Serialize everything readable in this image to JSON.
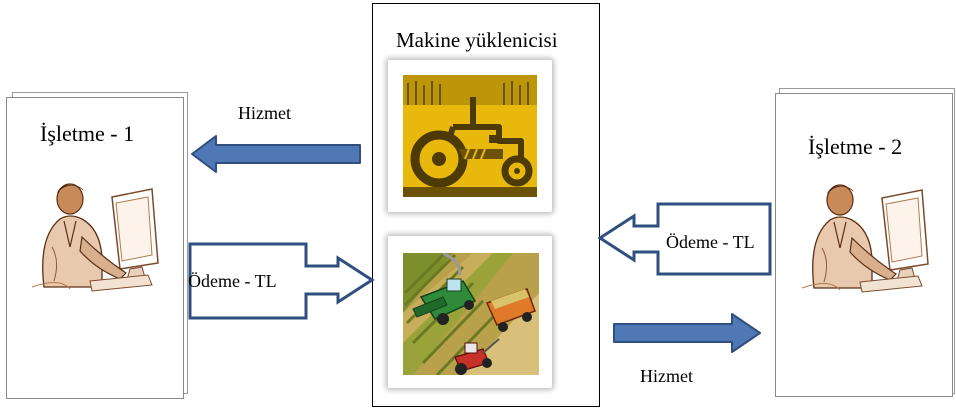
{
  "center": {
    "title": "Makine yüklenicisi"
  },
  "left_business": {
    "title": "İşletme - 1"
  },
  "right_business": {
    "title": "İşletme - 2"
  },
  "arrows": {
    "service_left": "Hizmet",
    "payment_left": "Ödeme - TL",
    "payment_right": "Ödeme - TL",
    "service_right": "Hizmet"
  },
  "colors": {
    "service_arrow_fill": "#4f78b5",
    "service_arrow_stroke": "#2e4f80",
    "payment_arrow_stroke": "#2e4f80",
    "tractor_bg": "#e8b90c",
    "tractor_fg": "#6b5206"
  },
  "icons": {
    "business_person": "person-at-computer-icon",
    "tractor": "tractor-icon",
    "harvester": "combine-harvester-icon"
  }
}
